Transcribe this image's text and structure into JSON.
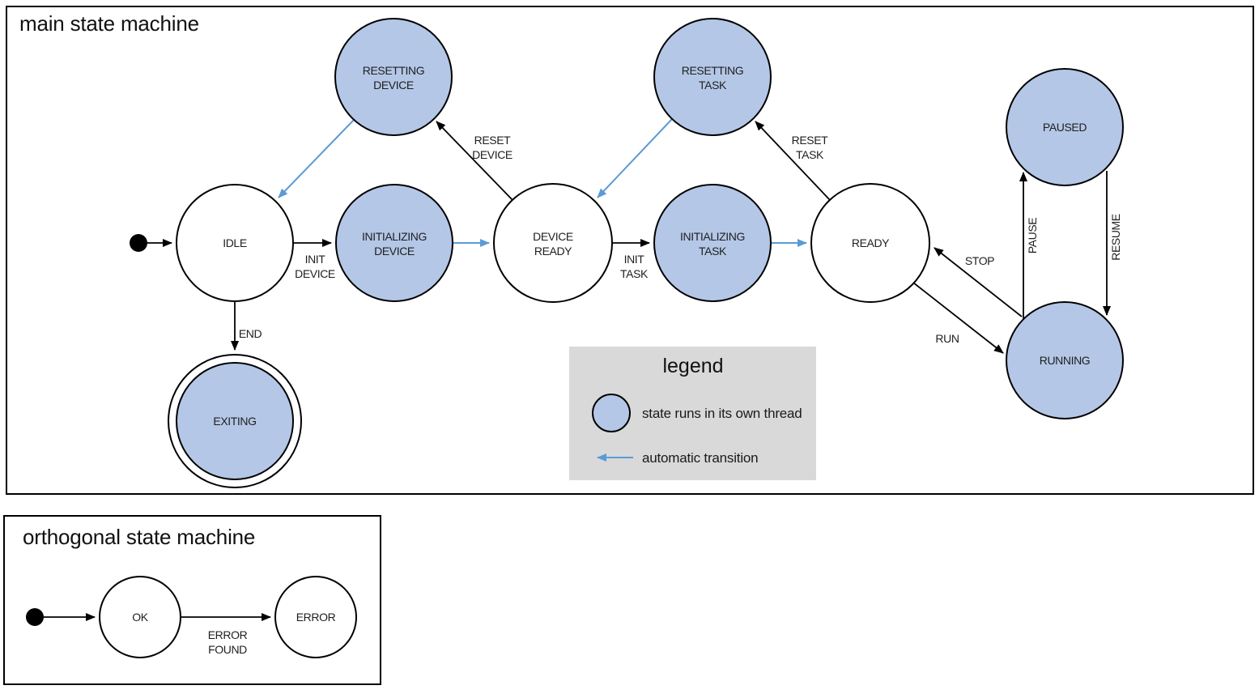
{
  "colors": {
    "thread_state_fill": "#b4c7e7",
    "plain_state_fill": "#ffffff",
    "auto_transition_blue": "#5b9bd5",
    "legend_bg": "#d9d9d9",
    "line_stroke": "#000000"
  },
  "main": {
    "title": "main state machine",
    "states": {
      "idle": {
        "label": "IDLE"
      },
      "resetting_device": {
        "line1": "RESETTING",
        "line2": "DEVICE"
      },
      "initializing_device": {
        "line1": "INITIALIZING",
        "line2": "DEVICE"
      },
      "device_ready": {
        "line1": "DEVICE",
        "line2": "READY"
      },
      "resetting_task": {
        "line1": "RESETTING",
        "line2": "TASK"
      },
      "initializing_task": {
        "line1": "INITIALIZING",
        "line2": "TASK"
      },
      "ready": {
        "label": "READY"
      },
      "paused": {
        "label": "PAUSED"
      },
      "running": {
        "label": "RUNNING"
      },
      "exiting": {
        "label": "EXITING"
      }
    },
    "transitions": {
      "init_device": {
        "line1": "INIT",
        "line2": "DEVICE"
      },
      "reset_device": {
        "line1": "RESET",
        "line2": "DEVICE"
      },
      "init_task": {
        "line1": "INIT",
        "line2": "TASK"
      },
      "reset_task": {
        "line1": "RESET",
        "line2": "TASK"
      },
      "run": "RUN",
      "stop": "STOP",
      "pause": "PAUSE",
      "resume": "RESUME",
      "end": "END"
    }
  },
  "legend": {
    "title": "legend",
    "thread_item": "state runs in its own thread",
    "auto_item": "automatic transition"
  },
  "orthogonal": {
    "title": "orthogonal state machine",
    "states": {
      "ok": {
        "label": "OK"
      },
      "error": {
        "label": "ERROR"
      }
    },
    "transitions": {
      "error_found": {
        "line1": "ERROR",
        "line2": "FOUND"
      }
    }
  }
}
